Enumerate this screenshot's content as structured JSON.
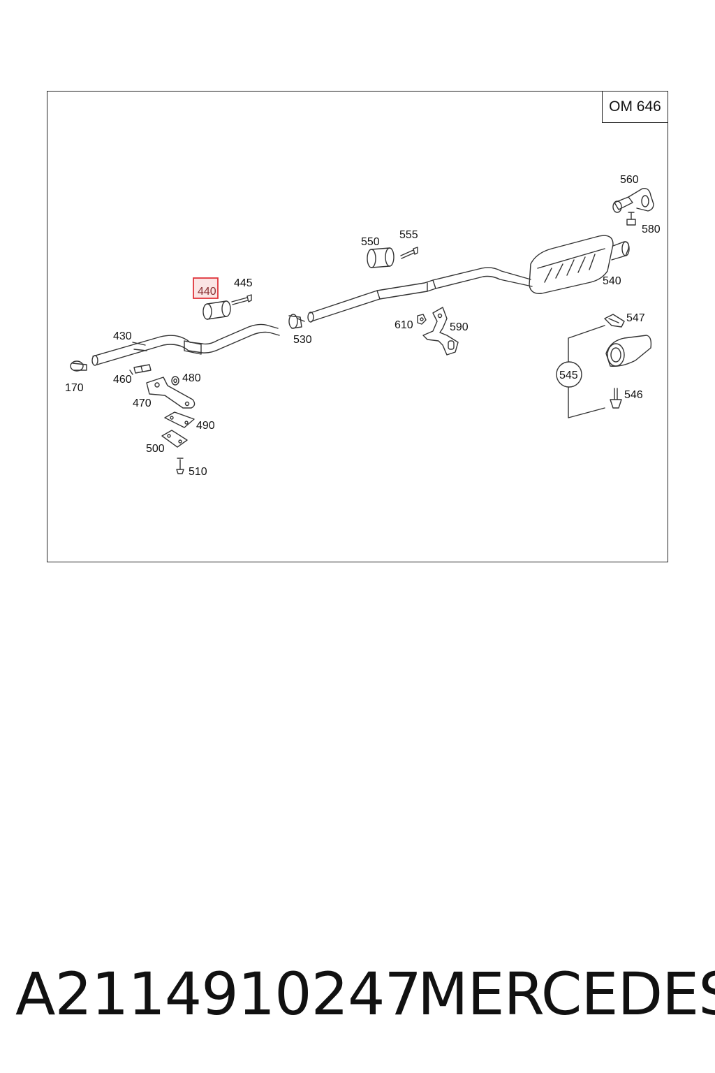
{
  "diagram": {
    "engine_code": "OM 646",
    "highlighted_label": "440",
    "labels": {
      "p170": "170",
      "p430": "430",
      "p440": "440",
      "p445": "445",
      "p460": "460",
      "p470": "470",
      "p480": "480",
      "p490": "490",
      "p500": "500",
      "p510": "510",
      "p530": "530",
      "p540": "540",
      "p545": "545",
      "p546": "546",
      "p547": "547",
      "p550": "550",
      "p555": "555",
      "p560": "560",
      "p580": "580",
      "p590": "590",
      "p610": "610"
    },
    "highlight_color": "#e0353b"
  },
  "footer": {
    "part_number": "A2114910247",
    "brand": "MERCEDES"
  }
}
